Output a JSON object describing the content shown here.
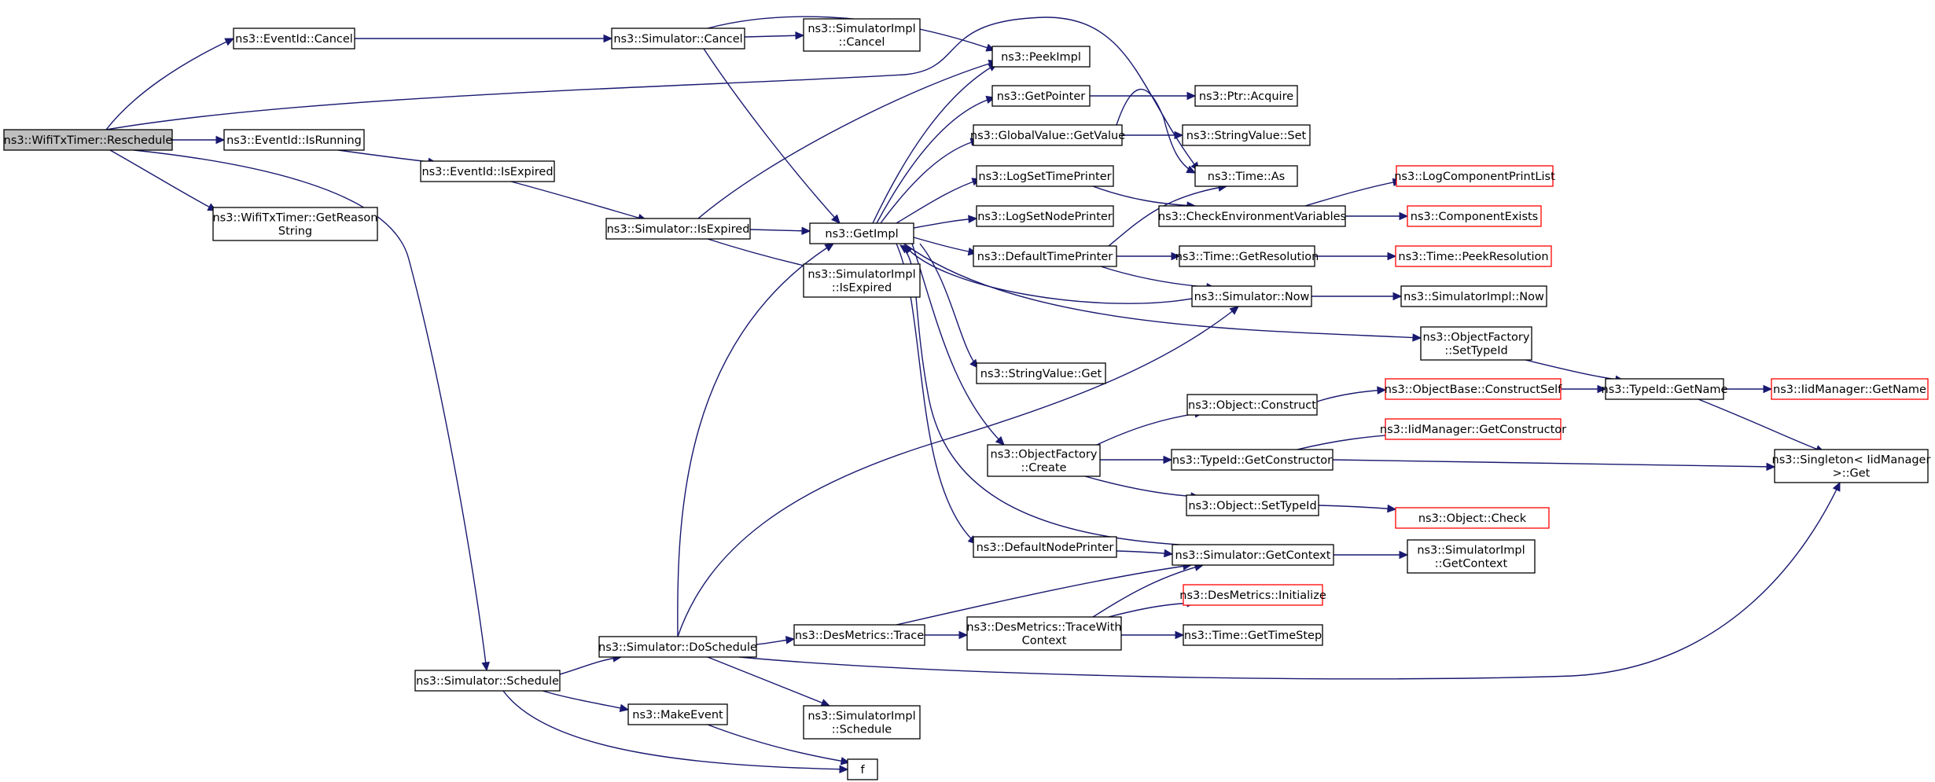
{
  "colors": {
    "edge": "#191970",
    "root_fill": "#bfbfbf",
    "node_border": "#000000",
    "truncated_border": "#ff0000"
  },
  "nodes": {
    "reschedule": {
      "lines": [
        "ns3::WifiTxTimer::Reschedule"
      ]
    },
    "eventid_cancel": {
      "lines": [
        "ns3::EventId::Cancel"
      ]
    },
    "eventid_isrunning": {
      "lines": [
        "ns3::EventId::IsRunning"
      ]
    },
    "getreason": {
      "lines": [
        "ns3::WifiTxTimer::GetReason",
        "String"
      ]
    },
    "eventid_isexpired": {
      "lines": [
        "ns3::EventId::IsExpired"
      ]
    },
    "sim_cancel": {
      "lines": [
        "ns3::Simulator::Cancel"
      ]
    },
    "simimpl_cancel": {
      "lines": [
        "ns3::SimulatorImpl",
        "::Cancel"
      ]
    },
    "sim_isexpired": {
      "lines": [
        "ns3::Simulator::IsExpired"
      ]
    },
    "simimpl_isexpired": {
      "lines": [
        "ns3::SimulatorImpl",
        "::IsExpired"
      ]
    },
    "getimpl": {
      "lines": [
        "ns3::GetImpl"
      ]
    },
    "peekimpl": {
      "lines": [
        "ns3::PeekImpl"
      ]
    },
    "getpointer": {
      "lines": [
        "ns3::GetPointer"
      ]
    },
    "ptr_acquire": {
      "lines": [
        "ns3::Ptr::Acquire"
      ]
    },
    "gv_getvalue": {
      "lines": [
        "ns3::GlobalValue::GetValue"
      ]
    },
    "stringvalue_set": {
      "lines": [
        "ns3::StringValue::Set"
      ]
    },
    "logsettimeprinter": {
      "lines": [
        "ns3::LogSetTimePrinter"
      ]
    },
    "time_as": {
      "lines": [
        "ns3::Time::As"
      ]
    },
    "logsetnodeprinter": {
      "lines": [
        "ns3::LogSetNodePrinter"
      ]
    },
    "checkenv": {
      "lines": [
        "ns3::CheckEnvironmentVariables"
      ]
    },
    "logcompprintlist": {
      "lines": [
        "ns3::LogComponentPrintList"
      ],
      "truncated": true
    },
    "compexists": {
      "lines": [
        "ns3::ComponentExists"
      ],
      "truncated": true
    },
    "defaulttimeprinter": {
      "lines": [
        "ns3::DefaultTimePrinter"
      ]
    },
    "time_getresolution": {
      "lines": [
        "ns3::Time::GetResolution"
      ]
    },
    "time_peekresolution": {
      "lines": [
        "ns3::Time::PeekResolution"
      ],
      "truncated": true
    },
    "sim_now": {
      "lines": [
        "ns3::Simulator::Now"
      ]
    },
    "simimpl_now": {
      "lines": [
        "ns3::SimulatorImpl::Now"
      ]
    },
    "of_settypeid": {
      "lines": [
        "ns3::ObjectFactory",
        "::SetTypeId"
      ]
    },
    "stringvalue_get": {
      "lines": [
        "ns3::StringValue::Get"
      ]
    },
    "typeid_getname": {
      "lines": [
        "ns3::TypeId::GetName"
      ]
    },
    "iid_getname": {
      "lines": [
        "ns3::IidManager::GetName"
      ],
      "truncated": true
    },
    "obj_construct": {
      "lines": [
        "ns3::Object::Construct"
      ]
    },
    "objbase_constructself": {
      "lines": [
        "ns3::ObjectBase::ConstructSelf"
      ],
      "truncated": true
    },
    "of_create": {
      "lines": [
        "ns3::ObjectFactory",
        "::Create"
      ]
    },
    "iid_getconstructor": {
      "lines": [
        "ns3::IidManager::GetConstructor"
      ],
      "truncated": true
    },
    "typeid_getconstructor": {
      "lines": [
        "ns3::TypeId::GetConstructor"
      ]
    },
    "singleton_get": {
      "lines": [
        "ns3::Singleton< IidManager",
        ">::Get"
      ]
    },
    "obj_settypeid": {
      "lines": [
        "ns3::Object::SetTypeId"
      ]
    },
    "obj_check": {
      "lines": [
        "ns3::Object::Check"
      ],
      "truncated": true
    },
    "defaultnodeprinter": {
      "lines": [
        "ns3::DefaultNodePrinter"
      ]
    },
    "sim_getcontext": {
      "lines": [
        "ns3::Simulator::GetContext"
      ]
    },
    "simimpl_getcontext": {
      "lines": [
        "ns3::SimulatorImpl",
        "::GetContext"
      ]
    },
    "desm_initialize": {
      "lines": [
        "ns3::DesMetrics::Initialize"
      ],
      "truncated": true
    },
    "desm_trace": {
      "lines": [
        "ns3::DesMetrics::Trace"
      ]
    },
    "desm_tracewithcontext": {
      "lines": [
        "ns3::DesMetrics::TraceWith",
        "Context"
      ]
    },
    "time_gettimestep": {
      "lines": [
        "ns3::Time::GetTimeStep"
      ]
    },
    "sim_doschedule": {
      "lines": [
        "ns3::Simulator::DoSchedule"
      ]
    },
    "sim_schedule": {
      "lines": [
        "ns3::Simulator::Schedule"
      ]
    },
    "makeevent": {
      "lines": [
        "ns3::MakeEvent"
      ]
    },
    "simimpl_schedule": {
      "lines": [
        "ns3::SimulatorImpl",
        "::Schedule"
      ]
    },
    "f": {
      "lines": [
        "f"
      ]
    }
  }
}
